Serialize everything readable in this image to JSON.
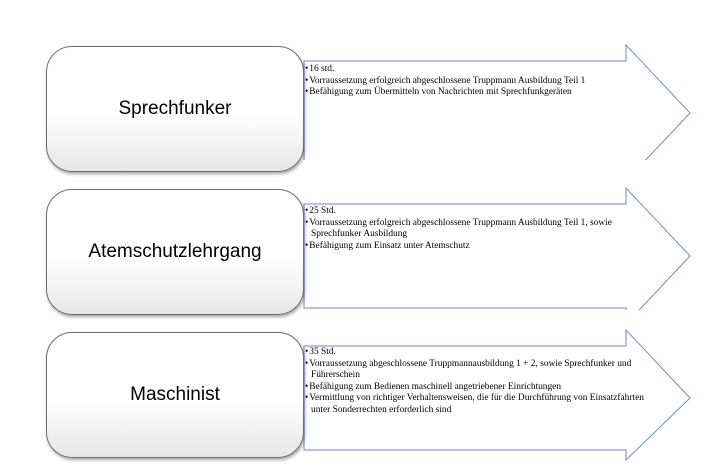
{
  "rows": [
    {
      "title": "Sprechfunker",
      "bullets": [
        "16 std.",
        "Vorraussetzung erfolgreich abgeschlossene Truppmann Ausbildung Teil 1",
        "Befähigung zum Übermitteln von Nachrichten mit Sprechfunkgeräten"
      ]
    },
    {
      "title": "Atemschutzlehrgang",
      "bullets": [
        "25 Std.",
        "Vorraussetzung erfolgreich abgeschlossene Truppmann Ausbildung Teil 1, sowie Sprechfunker Ausbildung",
        "Befähigung zum Einsatz unter Atemschutz"
      ]
    },
    {
      "title": "Maschinist",
      "bullets": [
        "35 Std.",
        "Vorraussetzung abgeschlossene Truppmannausbildung 1 + 2, sowie Sprechfunker und Führerschein",
        "Befähigung zum Bedienen maschinell angetriebener Einrichtungen",
        "Vermittlung von richtiger Verhaltensweisen, die für die Durchführung von Einsatzfahrten unter Sonderrechten erforderlich sind"
      ]
    }
  ]
}
